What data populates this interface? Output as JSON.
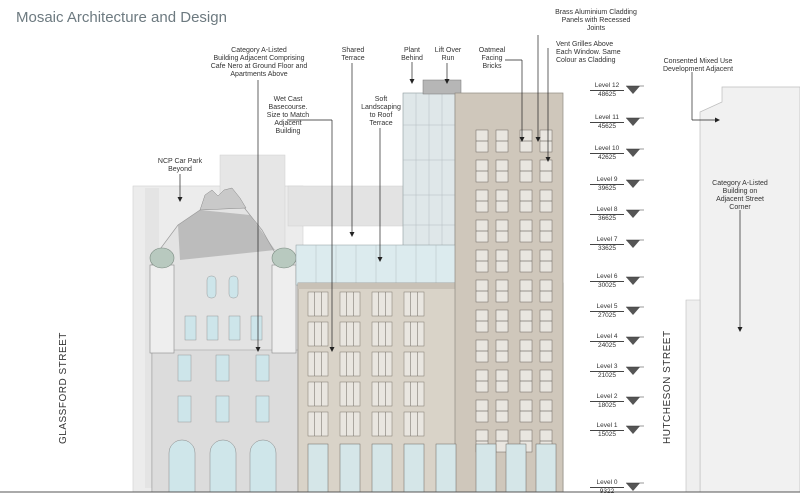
{
  "title": "Mosaic Architecture and Design",
  "streets": {
    "left": "GLASSFORD STREET",
    "right": "HUTCHESON STREET"
  },
  "annotations": [
    {
      "id": "category-a",
      "text": "Category A-Listed\nBuilding Adjacent Comprising\nCafe Nero at Ground Floor and\nApartments Above"
    },
    {
      "id": "wet-cast",
      "text": "Wet Cast\nBasecourse.\nSize to Match\nAdjacent\nBuilding"
    },
    {
      "id": "ncp",
      "text": "NCP Car Park\nBeyond"
    },
    {
      "id": "shared-terrace",
      "text": "Shared\nTerrace"
    },
    {
      "id": "soft-landscaping",
      "text": "Soft\nLandscaping\nto Roof\nTerrace"
    },
    {
      "id": "plant",
      "text": "Plant\nBehind"
    },
    {
      "id": "lift",
      "text": "Lift Over\nRun"
    },
    {
      "id": "oatmeal",
      "text": "Oatmeal\nFacing\nBricks"
    },
    {
      "id": "brass",
      "text": "Brass Aluminium Cladding\nPanels with Recessed\nJoints"
    },
    {
      "id": "vent",
      "text": "Vent Grilles Above\nEach Window. Same\nColour as Cladding"
    },
    {
      "id": "consented",
      "text": "Consented Mixed Use\nDevelopment Adjacent"
    },
    {
      "id": "category-corner",
      "text": "Category A-Listed\nBuilding on\nAdjacent Street\nCorner"
    }
  ],
  "levels": [
    {
      "name": "Level 12",
      "value": "48625"
    },
    {
      "name": "Level 11",
      "value": "45625"
    },
    {
      "name": "Level 10",
      "value": "42625"
    },
    {
      "name": "Level 9",
      "value": "39625"
    },
    {
      "name": "Level 8",
      "value": "36625"
    },
    {
      "name": "Level 7",
      "value": "33625"
    },
    {
      "name": "Level 6",
      "value": "30025"
    },
    {
      "name": "Level 5",
      "value": "27025"
    },
    {
      "name": "Level 4",
      "value": "24025"
    },
    {
      "name": "Level 3",
      "value": "21025"
    },
    {
      "name": "Level 2",
      "value": "18025"
    },
    {
      "name": "Level 1",
      "value": "15025"
    },
    {
      "name": "Level 0",
      "value": "9322"
    }
  ],
  "colors": {
    "cladding": "#c8c1b6",
    "brick": "#d9d3c8",
    "sandstone": "#d8d8d8",
    "glass": "#cfe6ea",
    "background_building": "#ececec",
    "title": "#6d7a80"
  }
}
